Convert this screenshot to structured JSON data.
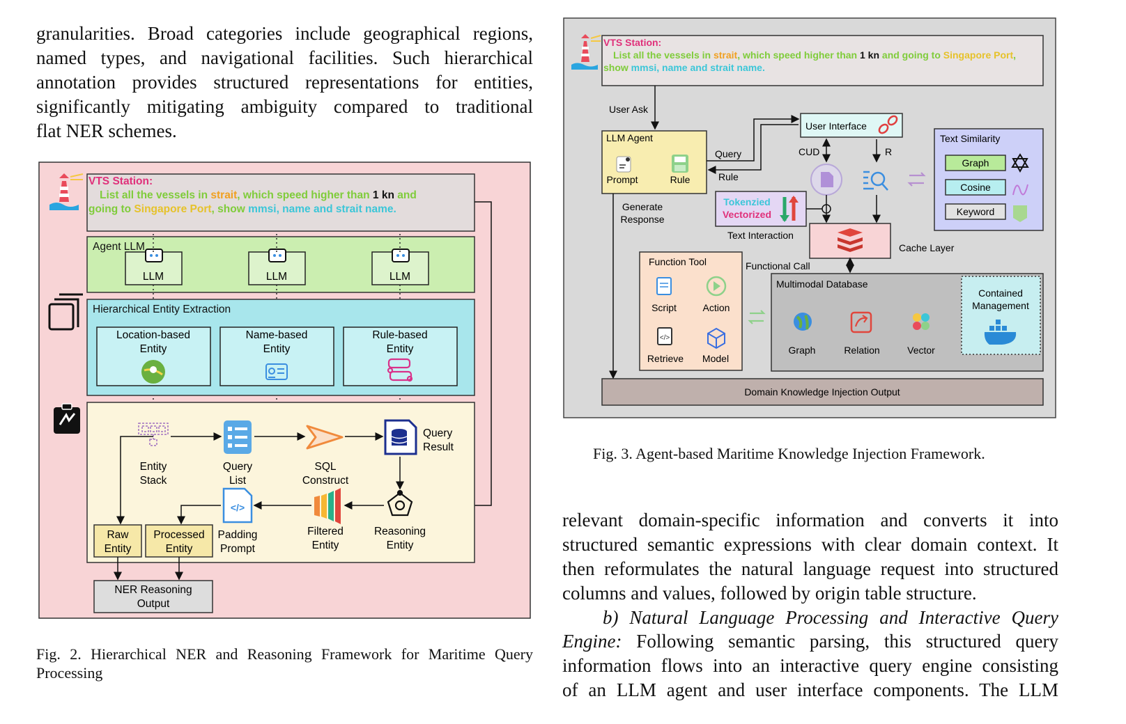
{
  "left_column": {
    "top_paragraph": [
      "granularities. Broad categories include geographical regions,",
      "named types, and navigational facilities. Such hierarchical",
      "annotation provides structured representations for entities,",
      "significantly mitigating ambiguity compared to traditional",
      "flat NER schemes."
    ],
    "fig2_caption": [
      "Fig. 2.   Hierarchical NER and Reasoning Framework for Maritime Query",
      "Processing"
    ]
  },
  "right_column": {
    "fig3_caption": "Fig. 3.    Agent-based Maritime Knowledge Injection Framework.",
    "body_paragraph": [
      "relevant domain-specific information and converts it into",
      "structured semantic expressions with clear domain context. It",
      "then reformulates the natural language request into structured",
      "columns and values, followed by origin table structure."
    ],
    "section_heading": "b) Natural Language Processing and Interactive Query",
    "section_heading_2": "Engine:",
    "section_paragraph": [
      "Following semantic parsing, this structured query",
      "information flows into an interactive query engine consisting",
      "of an LLM agent and user interface components. The LLM"
    ]
  },
  "fig2": {
    "vts_title": "VTS Station:",
    "query_parts": [
      "List all the vessels in ",
      "strait",
      ", which speed higher than ",
      "1 kn",
      " and"
    ],
    "query_parts_2": [
      "going to ",
      "Singapore Port",
      ", show ",
      "mmsi, name and strait name."
    ],
    "agent_llm": "Agent LLM",
    "llm": "LLM",
    "extraction_title": "Hierarchical Entity Extraction",
    "location_entity": [
      "Location-based",
      "Entity"
    ],
    "name_entity": [
      "Name-based",
      "Entity"
    ],
    "rule_entity": [
      "Rule-based",
      "Entity"
    ],
    "entity_stack": [
      "Entity",
      "Stack"
    ],
    "query_list": [
      "Query",
      "List"
    ],
    "sql_construct": [
      "SQL",
      "Construct"
    ],
    "query_result": [
      "Query",
      "Result"
    ],
    "raw_entity": [
      "Raw",
      "Entity"
    ],
    "processed_entity": [
      "Processed",
      "Entity"
    ],
    "padding_prompt": [
      "Padding",
      "Prompt"
    ],
    "filtered_entity": [
      "Filtered",
      "Entity"
    ],
    "reasoning_entity": [
      "Reasoning",
      "Entity"
    ],
    "ner_output": [
      "NER Reasoning",
      "Output"
    ]
  },
  "fig3": {
    "vts_title": "VTS Station:",
    "query_parts": [
      "List all the vessels in ",
      "strait",
      ", which speed higher than ",
      "1 kn",
      " and going to ",
      "Singapore Port",
      ","
    ],
    "query_parts_2": [
      "show ",
      "mmsi, name and strait name."
    ],
    "user_ask": "User Ask",
    "llm_agent": "LLM Agent",
    "prompt": "Prompt",
    "rule": "Rule",
    "query_label": "Query",
    "rule_label": "Rule",
    "user_interface": "User Interface",
    "cud": "CUD",
    "r": "R",
    "text_similarity": "Text Similarity",
    "graph": "Graph",
    "cosine": "Cosine",
    "keyword": "Keyword",
    "generate_response": [
      "Generate",
      "Response"
    ],
    "tokenized": "Tokenzied",
    "vectorized": "Vectorized",
    "text_interaction": "Text Interaction",
    "cache_layer": "Cache Layer",
    "function_tool": "Function Tool",
    "functional_call": "Functional Call",
    "script": "Script",
    "action": "Action",
    "retrieve": "Retrieve",
    "model": "Model",
    "multimodal_database": "Multimodal Database",
    "db_graph": "Graph",
    "db_relation": "Relation",
    "db_vector": "Vector",
    "contained_management": [
      "Contained",
      "Management"
    ],
    "output": "Domain Knowledge Injection Output"
  },
  "colors": {
    "query_green": "#7fcc3a",
    "strait_orange": "#f0a020",
    "port_yellow": "#e6c22a",
    "cyan": "#3cc6d8",
    "vts_pink": "#e0307a"
  }
}
